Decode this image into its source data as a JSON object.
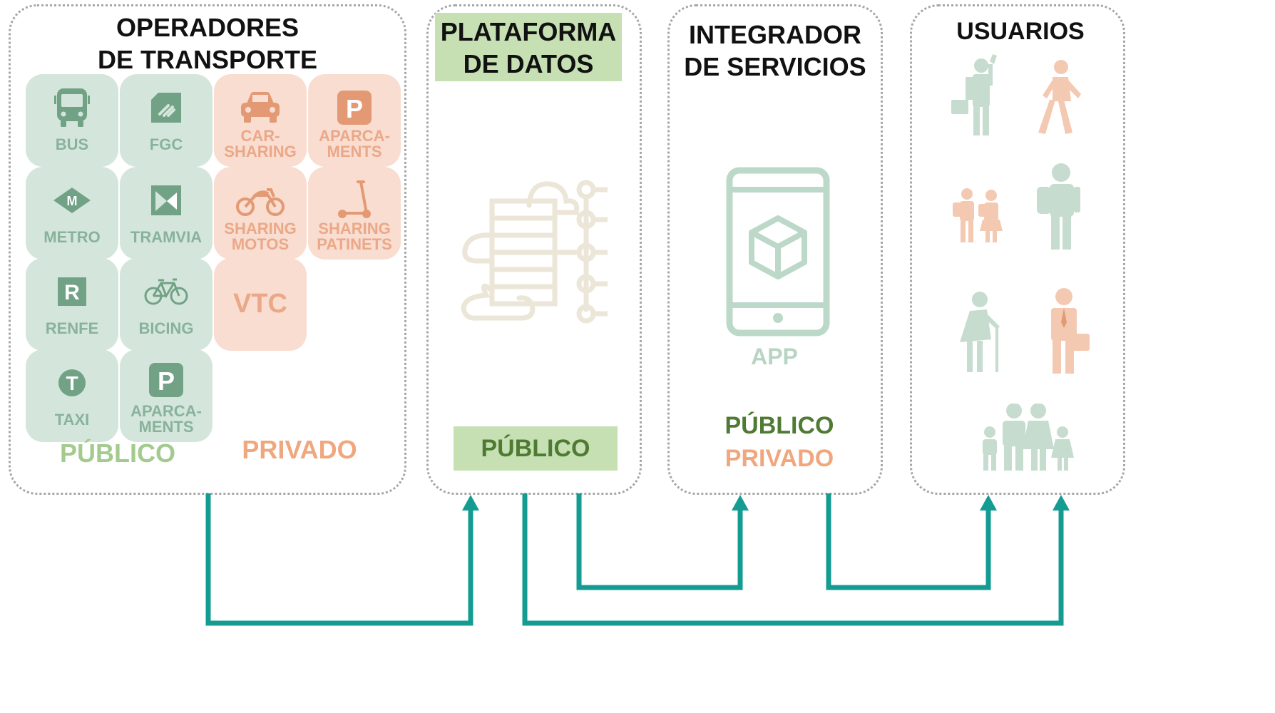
{
  "panels": {
    "operators": {
      "title_line1": "OPERADORES",
      "title_line2": "DE TRANSPORTE",
      "public_label": "PÚBLICO",
      "private_label": "PRIVADO",
      "tiles": [
        {
          "label": "BUS",
          "kind": "public",
          "icon": "bus-icon"
        },
        {
          "label": "FGC",
          "kind": "public",
          "icon": "fgc-logo-icon"
        },
        {
          "label": "CAR-\nSHARING",
          "kind": "private",
          "icon": "car-icon"
        },
        {
          "label": "APARCA-\nMENTS",
          "kind": "private",
          "icon": "parking-icon"
        },
        {
          "label": "METRO",
          "kind": "public",
          "icon": "metro-logo-icon"
        },
        {
          "label": "TRAMVIA",
          "kind": "public",
          "icon": "tram-logo-icon"
        },
        {
          "label": "SHARING\nMOTOS",
          "kind": "private",
          "icon": "motorbike-icon"
        },
        {
          "label": "SHARING\nPATINETS",
          "kind": "private",
          "icon": "scooter-icon"
        },
        {
          "label": "RENFE",
          "kind": "public",
          "icon": "renfe-logo-icon"
        },
        {
          "label": "BICING",
          "kind": "public",
          "icon": "bicycle-icon"
        },
        {
          "label": "VTC",
          "kind": "private",
          "icon": ""
        },
        {
          "label": "TAXI",
          "kind": "public",
          "icon": "taxi-logo-icon"
        },
        {
          "label": "APARCA-\nMENTS",
          "kind": "public",
          "icon": "parking-icon"
        }
      ]
    },
    "platform": {
      "title_line1": "PLATAFORMA",
      "title_line2": "DE DATOS",
      "public_label": "PÚBLICO",
      "icon": "cloud-server-network-icon"
    },
    "integrator": {
      "title_line1": "INTEGRADOR",
      "title_line2": "DE SERVICIOS",
      "app_label": "APP",
      "public_label": "PÚBLICO",
      "private_label": "PRIVADO",
      "icon": "smartphone-app-icon"
    },
    "users": {
      "title": "USUARIOS",
      "icons": [
        "commuter-man-icon",
        "child-walking-icon",
        "students-icon",
        "backpacker-icon",
        "elderly-woman-icon",
        "businessman-icon",
        "family-icon"
      ]
    }
  },
  "colors": {
    "public_green": "#8fc07a",
    "public_dark_green": "#4f7a34",
    "private_orange": "#f0a77e",
    "tile_public_bg": "#d4e6dc",
    "tile_private_bg": "#f8ddd0",
    "title_highlight": "#c6e0b4",
    "connector": "#149c93",
    "panel_border": "#a6a6a6"
  },
  "connections": [
    {
      "from": "operators",
      "to": "platform"
    },
    {
      "from": "platform",
      "to": "integrator"
    },
    {
      "from": "platform",
      "to": "users"
    },
    {
      "from": "integrator",
      "to": "users"
    }
  ]
}
